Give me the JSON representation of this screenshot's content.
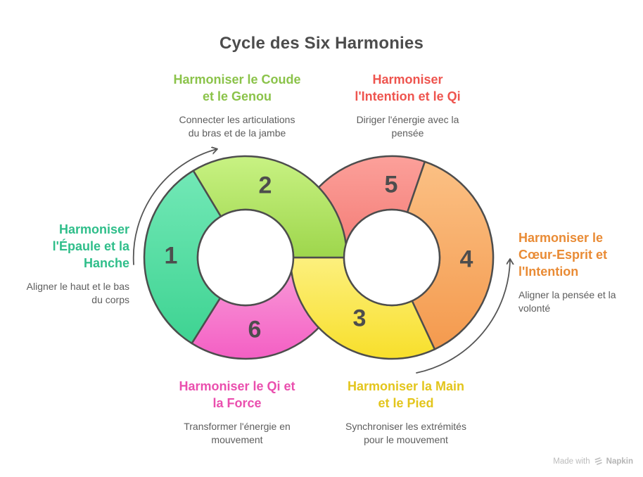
{
  "title": "Cycle des Six Harmonies",
  "steps": [
    {
      "number": "1",
      "position": "left",
      "title_lines": [
        "Harmoniser",
        "l'Épaule et la",
        "Hanche"
      ],
      "desc_lines": [
        "Aligner le haut et le bas",
        "du corps"
      ],
      "title_color": "#2fbe8a",
      "segment_gradient": [
        "#72e8b6",
        "#3ed392"
      ]
    },
    {
      "number": "2",
      "position": "top-left",
      "title_lines": [
        "Harmoniser le Coude",
        "et le Genou"
      ],
      "desc_lines": [
        "Connecter les articulations",
        "du bras et de la jambe"
      ],
      "title_color": "#8bc34a",
      "segment_gradient": [
        "#c8f283",
        "#9ed64c"
      ]
    },
    {
      "number": "3",
      "position": "bottom-right",
      "title_lines": [
        "Harmoniser la Main",
        "et le Pied"
      ],
      "desc_lines": [
        "Synchroniser les extrémités",
        "pour le mouvement"
      ],
      "title_color": "#e3c51c",
      "segment_gradient": [
        "#fcf07e",
        "#f8df2b"
      ]
    },
    {
      "number": "4",
      "position": "right",
      "title_lines": [
        "Harmoniser le",
        "Cœur-Esprit et",
        "l'Intention"
      ],
      "desc_lines": [
        "Aligner la pensée et la",
        "volonté"
      ],
      "title_color": "#e98b35",
      "segment_gradient": [
        "#fbc084",
        "#f49a4e"
      ]
    },
    {
      "number": "5",
      "position": "top-right",
      "title_lines": [
        "Harmoniser",
        "l'Intention et le Qi"
      ],
      "desc_lines": [
        "Diriger l'énergie avec la",
        "pensée"
      ],
      "title_color": "#ee544e",
      "segment_gradient": [
        "#fca09a",
        "#f37a74"
      ]
    },
    {
      "number": "6",
      "position": "bottom-left",
      "title_lines": [
        "Harmoniser le Qi et",
        "la Force"
      ],
      "desc_lines": [
        "Transformer l'énergie en",
        "mouvement"
      ],
      "title_color": "#ea4fae",
      "segment_gradient": [
        "#f9a0da",
        "#f45fc4"
      ]
    }
  ],
  "diagram": {
    "shape": "infinity-double-donut",
    "outline_color": "#4d4d4d",
    "number_color": "#4d4d4d",
    "hole_color": "#ffffff",
    "arrow_color": "#555555",
    "flow_direction": "clockwise"
  },
  "footer": {
    "made_with": "Made with",
    "brand": "Napkin",
    "logo": "napkin-logo-icon",
    "color": "#bcbcbc"
  }
}
